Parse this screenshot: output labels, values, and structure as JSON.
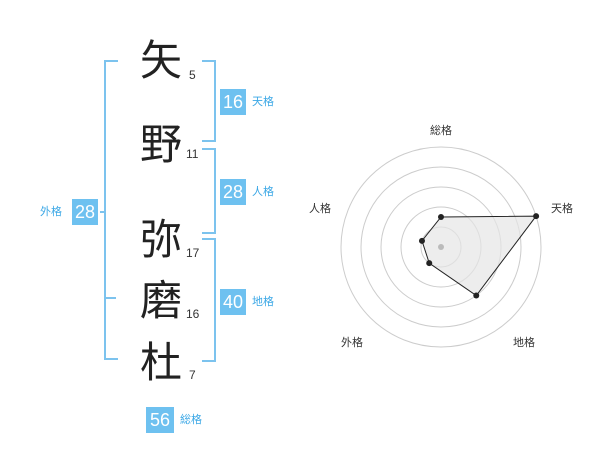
{
  "name": {
    "chars": [
      {
        "char": "矢",
        "strokes": "5"
      },
      {
        "char": "野",
        "strokes": "11"
      },
      {
        "char": "弥",
        "strokes": "17"
      },
      {
        "char": "磨",
        "strokes": "16"
      },
      {
        "char": "杜",
        "strokes": "7"
      }
    ]
  },
  "fortunes": {
    "tenkaku": {
      "value": "16",
      "label": "天格"
    },
    "jinkaku": {
      "value": "28",
      "label": "人格"
    },
    "chikaku": {
      "value": "40",
      "label": "地格"
    },
    "gaikaku": {
      "value": "28",
      "label": "外格"
    },
    "soukaku": {
      "value": "56",
      "label": "総格"
    }
  },
  "radar": {
    "axes": [
      "総格",
      "天格",
      "地格",
      "外格",
      "人格"
    ],
    "values": [
      0.3,
      1.0,
      0.6,
      0.2,
      0.2
    ],
    "colors": {
      "fill": "#e6e6e6",
      "stroke": "#222222",
      "rings": "#cccccc"
    }
  }
}
